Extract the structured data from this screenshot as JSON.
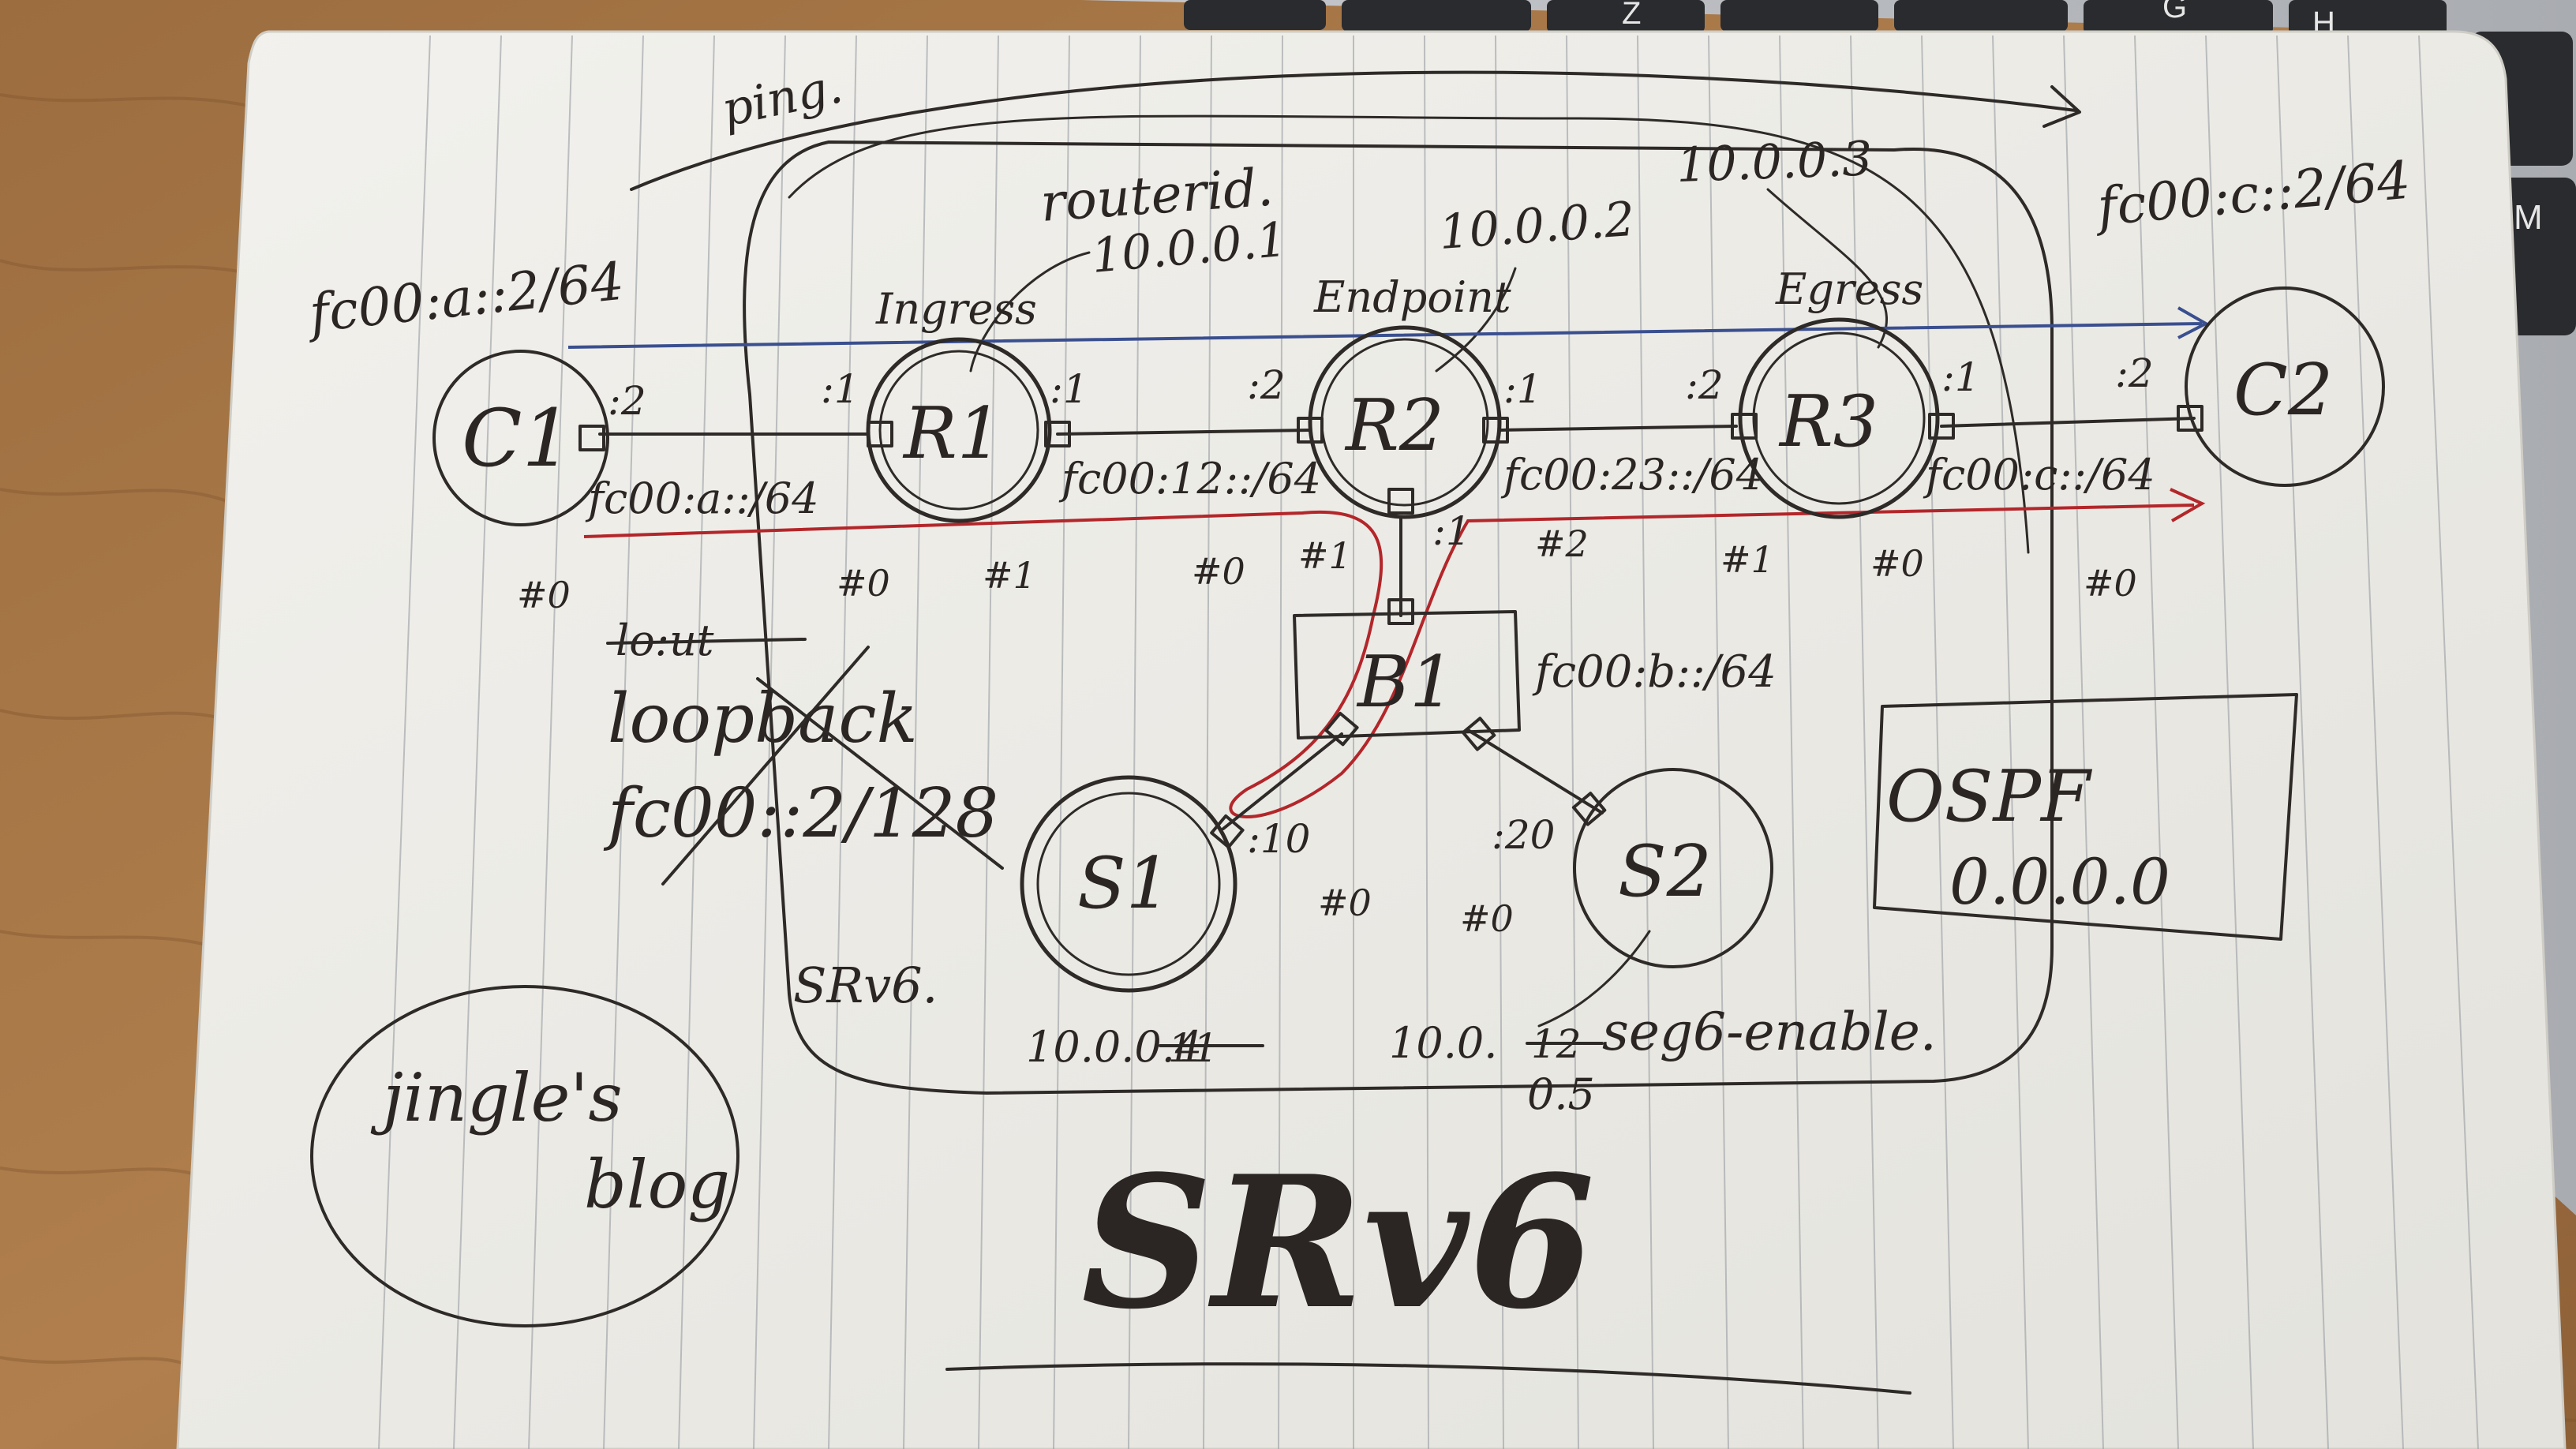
{
  "photo": {
    "colors": {
      "desk": "#a8794a",
      "paper": "#ecebe6",
      "ink": "#2e2a28",
      "blue_ink": "#3a4f8f",
      "red_ink": "#b3262a",
      "laptop": "#b9bcc0",
      "keys": "#2a2b2e"
    }
  },
  "keyboard": {
    "keys": [
      "Z",
      "G",
      "H",
      "M"
    ]
  },
  "notebook": {
    "ping": "ping.",
    "routerid_label": "routerid.",
    "r1_id": "10.0.0.1",
    "r2_id": "10.0.0.2",
    "r3_id": "10.0.0.3",
    "c1_addr": "fc00:a::2/64",
    "c2_addr": "fc00:c::2/64",
    "ingress": "Ingress",
    "endpoint": "Endpoint",
    "egress": "Egress",
    "nodes": {
      "c1": "C1",
      "r1": "R1",
      "r2": "R2",
      "r3": "R3",
      "c2": "C2",
      "b1": "B1",
      "s1": "S1",
      "s2": "S2"
    },
    "ports": {
      "c1_right": ":2",
      "r1_left": ":1",
      "r1_right": ":1",
      "r2_left": ":2",
      "r2_right": ":1",
      "r3_left": ":2",
      "r3_right": ":1",
      "c2_left": ":2",
      "r2_bottom": ":1",
      "s1_port": ":10",
      "s2_port": ":20"
    },
    "interfaces": {
      "c1": "#0",
      "r1_left": "#0",
      "r1_right": "#1",
      "r2_left": "#0",
      "r2_bottom": "#1",
      "r2_right": "#2",
      "r3_left": "#1",
      "r3_right": "#0",
      "c2": "#0",
      "s1": "#0",
      "s2": "#0"
    },
    "links": {
      "a": "fc00:a::/64",
      "r1r2": "fc00:12::/64",
      "r2r3": "fc00:23::/64",
      "c": "fc00:c::/64",
      "b": "fc00:b::/64"
    },
    "loopback_struck": "lo:ut",
    "loopback": "loopback",
    "loopback_addr": "fc00::2/128",
    "ospf_label": "OSPF",
    "ospf_area": "0.0.0.0",
    "srv6_small": "SRv6.",
    "s1_struck": "11",
    "s1_id": "10.0.0.4",
    "s2_struck": "12",
    "s2_id_prefix": "10.0.",
    "s2_id_suffix": "0.5",
    "seg6": "seg6-enable.",
    "blog_line1": "jingle's",
    "blog_line2": "blog",
    "title": "SRv6"
  }
}
